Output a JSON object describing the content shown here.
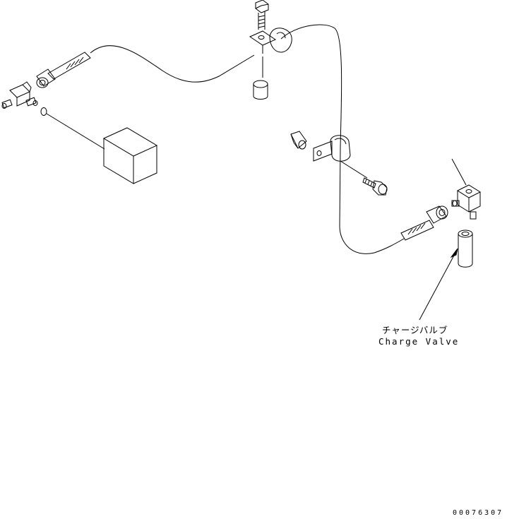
{
  "labels": {
    "charge_valve_jp": "チャージバルブ",
    "charge_valve_en": "Charge Valve"
  },
  "drawing_number": "00076307"
}
